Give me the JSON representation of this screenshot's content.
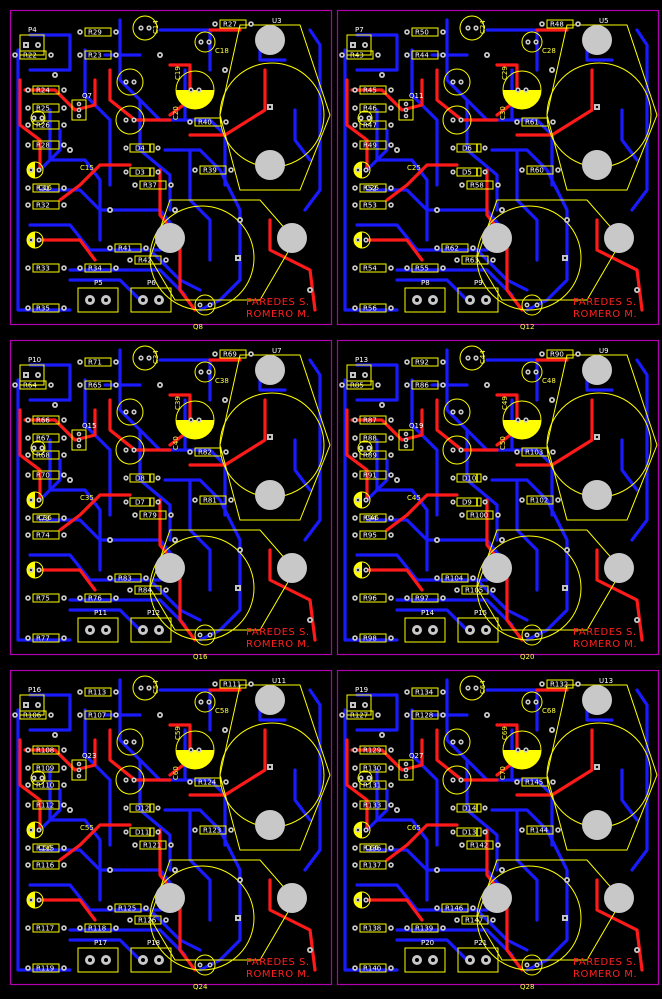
{
  "colors": {
    "background": "#000000",
    "board_outline": "#b000b0",
    "bottom_trace": "#1a1aff",
    "top_trace": "#ff1a1a",
    "silkscreen": "#ffff00",
    "pad": "#c8c8c8",
    "label_text": "#ffffff"
  },
  "credit": {
    "line1": "PAREDES S.",
    "line2": "ROMERO M."
  },
  "boards": [
    {
      "id": 1,
      "u": "U3",
      "q_bottom": "Q8",
      "q_top": "Q7",
      "p": [
        "P4",
        "P5",
        "P6"
      ],
      "resistors": [
        "R29",
        "R27",
        "R22",
        "R23",
        "R24",
        "R25",
        "R26",
        "R28",
        "R31",
        "R32",
        "R33",
        "R34",
        "R35",
        "R37",
        "R39",
        "R40",
        "R41",
        "R42"
      ],
      "caps": [
        "C14",
        "C18",
        "C19",
        "C20",
        "C15",
        "C16"
      ],
      "diodes": [
        "D4",
        "D3"
      ]
    },
    {
      "id": 2,
      "u": "U5",
      "q_bottom": "Q12",
      "q_top": "Q11",
      "p": [
        "P7",
        "P8",
        "P9"
      ],
      "resistors": [
        "R50",
        "R48",
        "R43",
        "R44",
        "R45",
        "R46",
        "R47",
        "R49",
        "R52",
        "R53",
        "R54",
        "R55",
        "R56",
        "R58",
        "R60",
        "R61",
        "R62",
        "R63"
      ],
      "caps": [
        "C24",
        "C28",
        "C29",
        "C30",
        "C25",
        "C26"
      ],
      "diodes": [
        "D6",
        "D5"
      ]
    },
    {
      "id": 3,
      "u": "U7",
      "q_bottom": "Q16",
      "q_top": "Q15",
      "p": [
        "P10",
        "P11",
        "P12"
      ],
      "resistors": [
        "R71",
        "R69",
        "R64",
        "R65",
        "R66",
        "R67",
        "R68",
        "R70",
        "R73",
        "R74",
        "R75",
        "R76",
        "R77",
        "R79",
        "R81",
        "R82",
        "R83",
        "R84"
      ],
      "caps": [
        "C34",
        "C38",
        "C39",
        "C40",
        "C35",
        "C36"
      ],
      "diodes": [
        "D8",
        "D7"
      ]
    },
    {
      "id": 4,
      "u": "U9",
      "q_bottom": "Q20",
      "q_top": "Q19",
      "p": [
        "P13",
        "P14",
        "P15"
      ],
      "resistors": [
        "R92",
        "R90",
        "R85",
        "R86",
        "R87",
        "R88",
        "R89",
        "R91",
        "R94",
        "R95",
        "R96",
        "R97",
        "R98",
        "R100",
        "R102",
        "R103",
        "R104",
        "R105"
      ],
      "caps": [
        "C44",
        "C48",
        "C49",
        "C50",
        "C45",
        "C46"
      ],
      "diodes": [
        "D10",
        "D9"
      ]
    },
    {
      "id": 5,
      "u": "U11",
      "q_bottom": "Q24",
      "q_top": "Q23",
      "p": [
        "P16",
        "P17",
        "P18"
      ],
      "resistors": [
        "R113",
        "R111",
        "R106",
        "R107",
        "R108",
        "R109",
        "R110",
        "R112",
        "R115",
        "R116",
        "R117",
        "R118",
        "R119",
        "R121",
        "R123",
        "R124",
        "R125",
        "R126"
      ],
      "caps": [
        "C54",
        "C58",
        "C59",
        "C60",
        "C55",
        "C56"
      ],
      "diodes": [
        "D12",
        "D11"
      ]
    },
    {
      "id": 6,
      "u": "U13",
      "q_bottom": "Q28",
      "q_top": "Q27",
      "p": [
        "P19",
        "P20",
        "P21"
      ],
      "resistors": [
        "R134",
        "R132",
        "R127",
        "R128",
        "R129",
        "R130",
        "R131",
        "R133",
        "R136",
        "R137",
        "R138",
        "R139",
        "R140",
        "R142",
        "R144",
        "R145",
        "R146",
        "R147"
      ],
      "caps": [
        "C64",
        "C68",
        "C69",
        "C70",
        "C65",
        "C66"
      ],
      "diodes": [
        "D14",
        "D13"
      ]
    }
  ]
}
